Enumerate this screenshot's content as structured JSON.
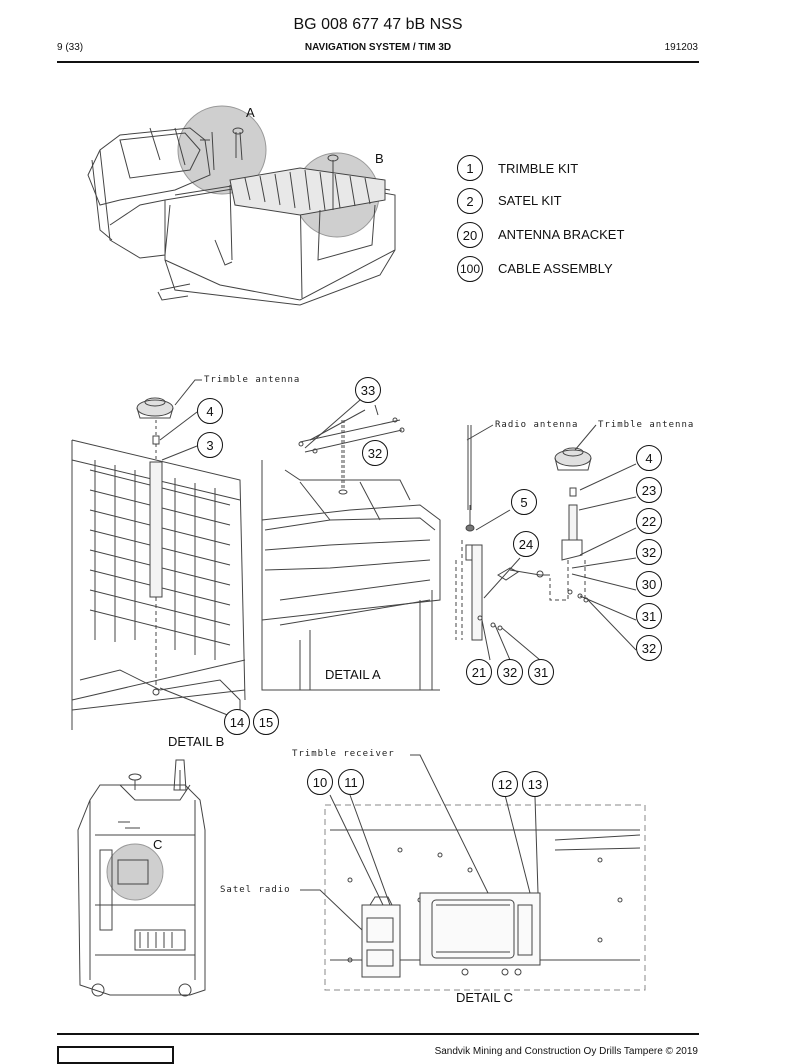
{
  "header": {
    "doc_id": "BG 008 677 47 bB NSS",
    "page": "9 (33)",
    "section": "NAVIGATION SYSTEM / TIM 3D",
    "date_code": "191203"
  },
  "legend": [
    {
      "num": "1",
      "label": "TRIMBLE KIT"
    },
    {
      "num": "2",
      "label": "SATEL KIT"
    },
    {
      "num": "20",
      "label": "ANTENNA BRACKET"
    },
    {
      "num": "100",
      "label": "CABLE ASSEMBLY"
    }
  ],
  "zones": {
    "a": "A",
    "b": "B",
    "c": "C"
  },
  "details": {
    "a": "DETAIL A",
    "b": "DETAIL B",
    "c": "DETAIL C"
  },
  "labels": {
    "trimble_antenna_left": "Trimble antenna",
    "radio_antenna": "Radio antenna",
    "trimble_antenna_right": "Trimble antenna",
    "trimble_receiver": "Trimble receiver",
    "satel_radio": "Satel radio"
  },
  "callouts": {
    "c33": "33",
    "c4a": "4",
    "c3": "3",
    "c32a": "32",
    "c4b": "4",
    "c23": "23",
    "c5": "5",
    "c22": "22",
    "c24": "24",
    "c32b": "32",
    "c30": "30",
    "c31a": "31",
    "c32c": "32",
    "c21": "21",
    "c32d": "32",
    "c31b": "31",
    "c14": "14",
    "c15": "15",
    "c10": "10",
    "c11": "11",
    "c12": "12",
    "c13": "13"
  },
  "footer": {
    "text": "Sandvik Mining and Construction Oy Drills Tampere © 2019"
  }
}
